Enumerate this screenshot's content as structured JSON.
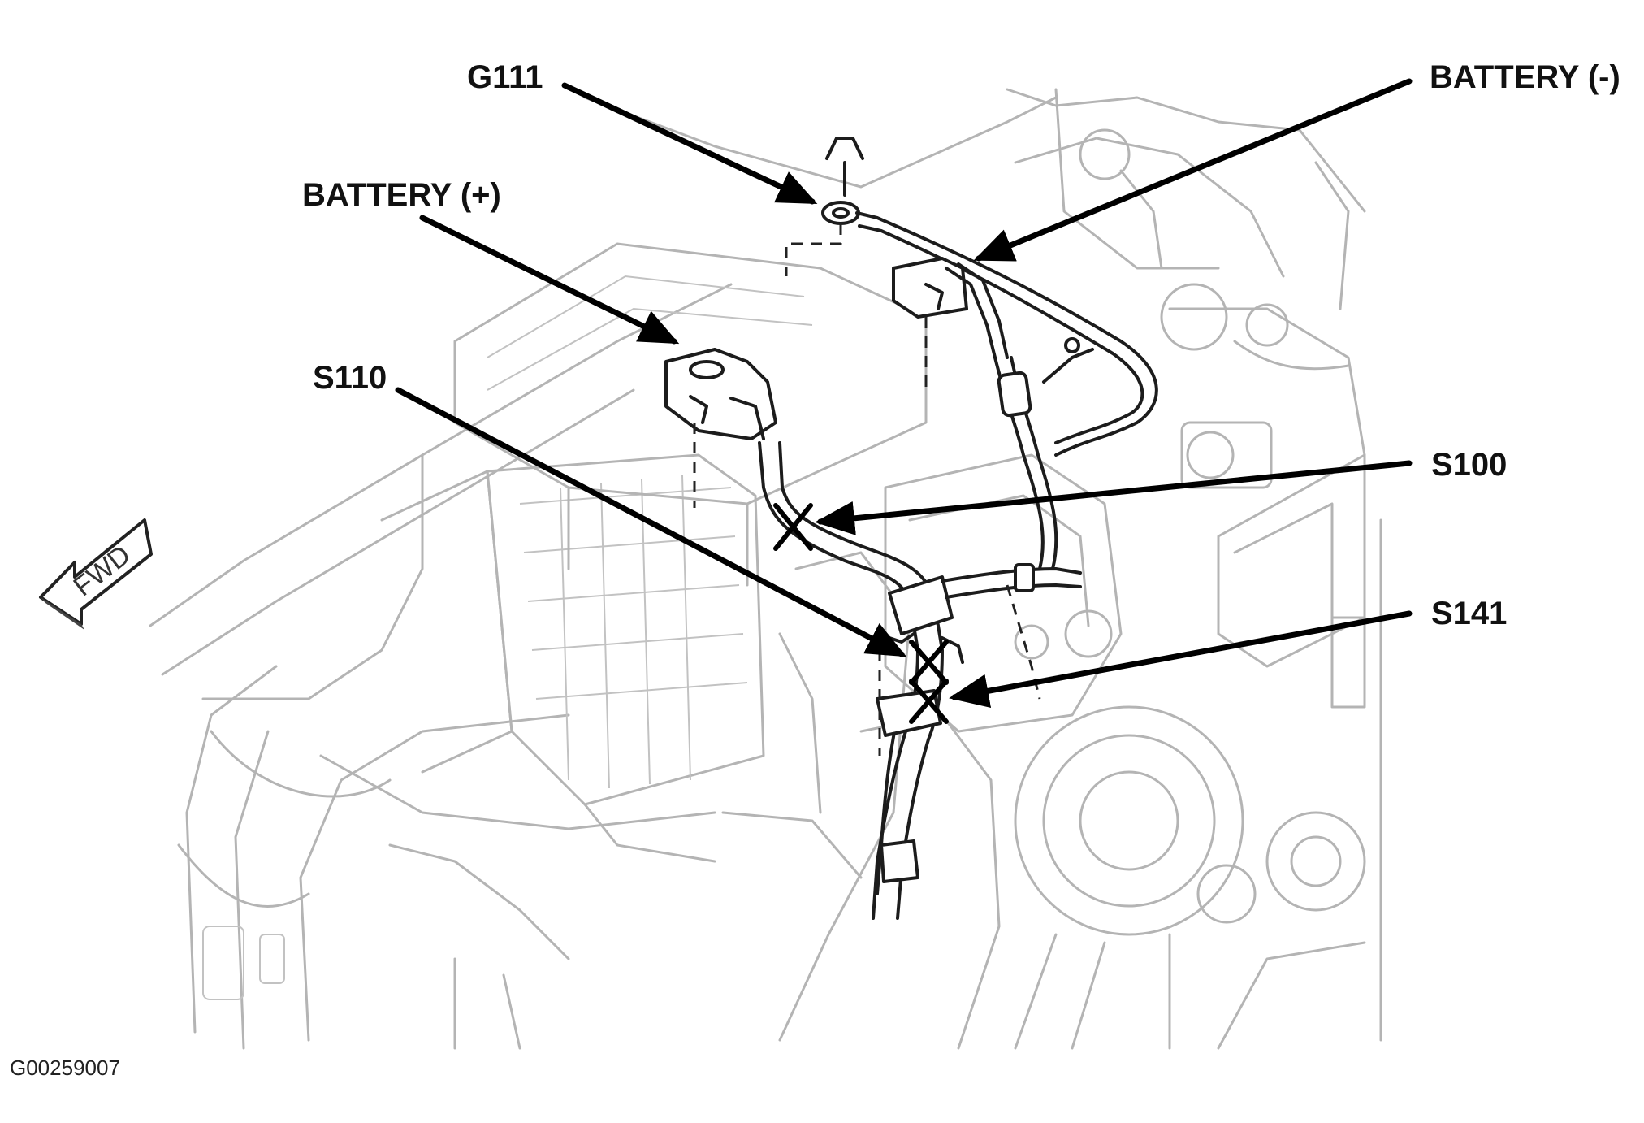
{
  "diagram": {
    "labels": {
      "g111": "G111",
      "battery_neg": "BATTERY (-)",
      "battery_pos": "BATTERY (+)",
      "s110": "S110",
      "s100": "S100",
      "s141": "S141"
    },
    "fwd_indicator": "FWD",
    "figure_id": "G00259007"
  }
}
